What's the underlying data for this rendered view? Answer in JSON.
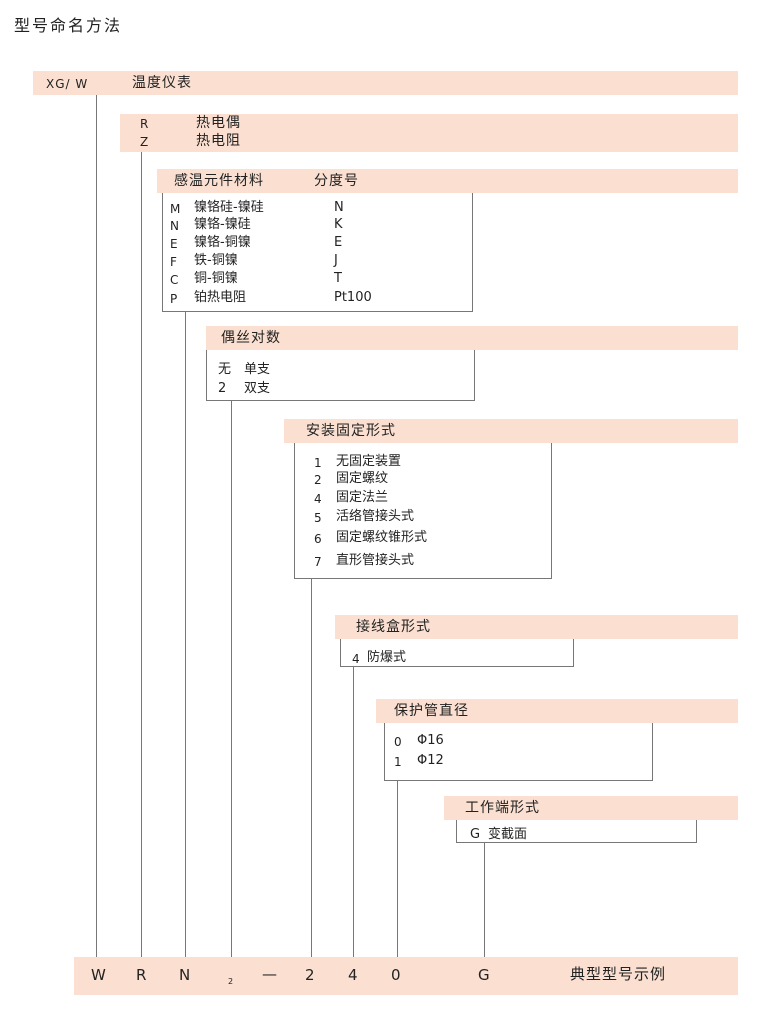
{
  "title": "型号命名方法",
  "row1": {
    "code": "XG/ W",
    "label": "温度仪表"
  },
  "row2": {
    "items": [
      {
        "code": "R",
        "label": "热电偶"
      },
      {
        "code": "Z",
        "label": "热电阻"
      }
    ]
  },
  "row3": {
    "header": "感温元件材料",
    "header2": "分度号",
    "items": [
      {
        "code": "M",
        "label": "镍铬硅-镍硅",
        "grade": "N"
      },
      {
        "code": "N",
        "label": "镍铬-镍硅",
        "grade": "K"
      },
      {
        "code": "E",
        "label": "镍铬-铜镍",
        "grade": "E"
      },
      {
        "code": "F",
        "label": "铁-铜镍",
        "grade": "J"
      },
      {
        "code": "C",
        "label": "铜-铜镍",
        "grade": "T"
      },
      {
        "code": "P",
        "label": "铂热电阻",
        "grade": "Pt100"
      }
    ]
  },
  "row4": {
    "header": "偶丝对数",
    "items": [
      {
        "code": "无",
        "label": "单支"
      },
      {
        "code": "2",
        "label": "双支"
      }
    ]
  },
  "row5": {
    "header": "安装固定形式",
    "items": [
      {
        "code": "1",
        "label": "无固定装置"
      },
      {
        "code": "2",
        "label": "固定螺纹"
      },
      {
        "code": "4",
        "label": "固定法兰"
      },
      {
        "code": "5",
        "label": "活络管接头式"
      },
      {
        "code": "6",
        "label": "固定螺纹锥形式"
      },
      {
        "code": "7",
        "label": "直形管接头式"
      }
    ]
  },
  "row6": {
    "header": "接线盒形式",
    "items": [
      {
        "code": "4",
        "label": "防爆式"
      }
    ]
  },
  "row7": {
    "header": "保护管直径",
    "items": [
      {
        "code": "0",
        "label": "Φ16"
      },
      {
        "code": "1",
        "label": "Φ12"
      }
    ]
  },
  "row8": {
    "header": "工作端形式",
    "items": [
      {
        "code": "G",
        "label": "变截面"
      }
    ]
  },
  "example": {
    "chars": [
      "W",
      "R",
      "N",
      "2",
      "—",
      "2",
      "4",
      "0",
      "G"
    ],
    "label": "典型型号示例"
  }
}
